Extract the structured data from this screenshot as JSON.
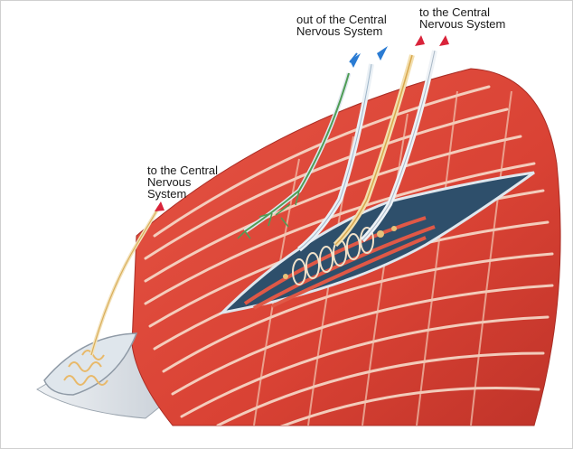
{
  "labels": {
    "efferent": {
      "line1": "out of the Central",
      "line2": "Nervous System"
    },
    "afferent_right": {
      "line1": "to the Central",
      "line2": "Nervous System"
    },
    "afferent_left": {
      "line1": "to the Central",
      "line2": "Nervous",
      "line3": "System"
    }
  },
  "colors": {
    "muscle": "#e0493a",
    "muscle_dark": "#b7322a",
    "muscle_stripe": "#f6d8c7",
    "tendon": "#cfd6dc",
    "motor_nerve": "#4f9d55",
    "sensory_nerve": "#e8c27a",
    "efferent_arrow": "#2a7bd3",
    "afferent_arrow": "#d9233a"
  }
}
